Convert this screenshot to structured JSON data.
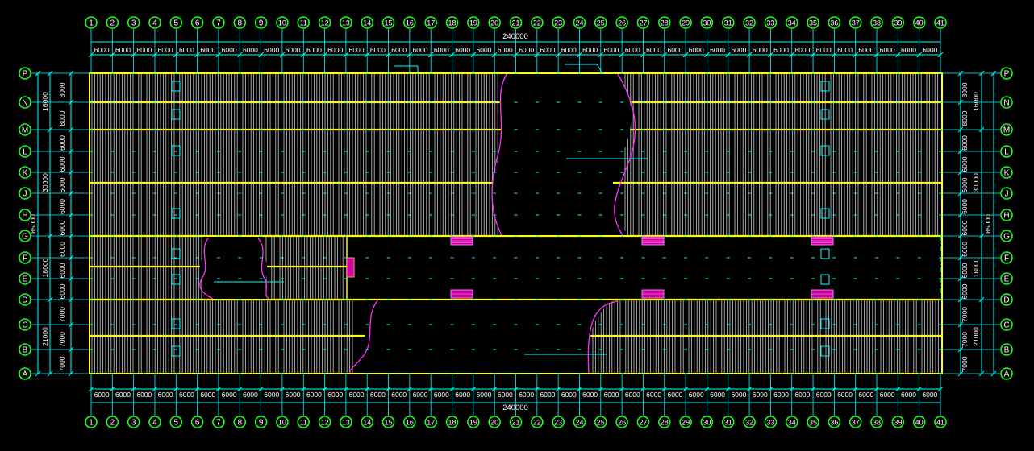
{
  "drawing": {
    "colors": {
      "background": "#000000",
      "grid_bubble": "#19ff19",
      "bubble_text": "#ffffff",
      "dimension": "#00ffff",
      "dimension_text": "#ffffff",
      "roof_beam": "#ffff00",
      "purlin": "#d8d8d8",
      "break_line": "#ff33ff",
      "opening": "#d000a0"
    },
    "column_labels": [
      "1",
      "2",
      "3",
      "4",
      "5",
      "6",
      "7",
      "8",
      "9",
      "10",
      "11",
      "12",
      "13",
      "14",
      "15",
      "16",
      "17",
      "18",
      "19",
      "20",
      "21",
      "22",
      "23",
      "24",
      "25",
      "26",
      "27",
      "28",
      "29",
      "30",
      "31",
      "32",
      "33",
      "34",
      "35",
      "36",
      "37",
      "38",
      "39",
      "40",
      "41"
    ],
    "bay_spacings": [
      "6000",
      "6000",
      "6000",
      "6000",
      "6000",
      "6000",
      "6000",
      "6000",
      "6000",
      "6000",
      "6000",
      "6000",
      "6000",
      "6000",
      "6000",
      "6000",
      "6000",
      "6000",
      "6000",
      "6000",
      "6000",
      "6000",
      "6000",
      "6000",
      "6000",
      "6000",
      "6000",
      "6000",
      "6000",
      "6000",
      "6000",
      "6000",
      "6000",
      "6000",
      "6000",
      "6000",
      "6000",
      "6000",
      "6000",
      "6000"
    ],
    "total_length": "240000",
    "row_labels": [
      "P",
      "N",
      "M",
      "L",
      "K",
      "J",
      "H",
      "G",
      "F",
      "E",
      "D",
      "C",
      "B",
      "A"
    ],
    "row_spacings": [
      "8000",
      "8000",
      "6000",
      "6000",
      "6000",
      "6000",
      "6000",
      "6000",
      "6000",
      "6000",
      "7000",
      "7000",
      "7000"
    ],
    "zone_dims": [
      "16000",
      "30000",
      "18000",
      "21000"
    ],
    "total_width": "85000"
  }
}
